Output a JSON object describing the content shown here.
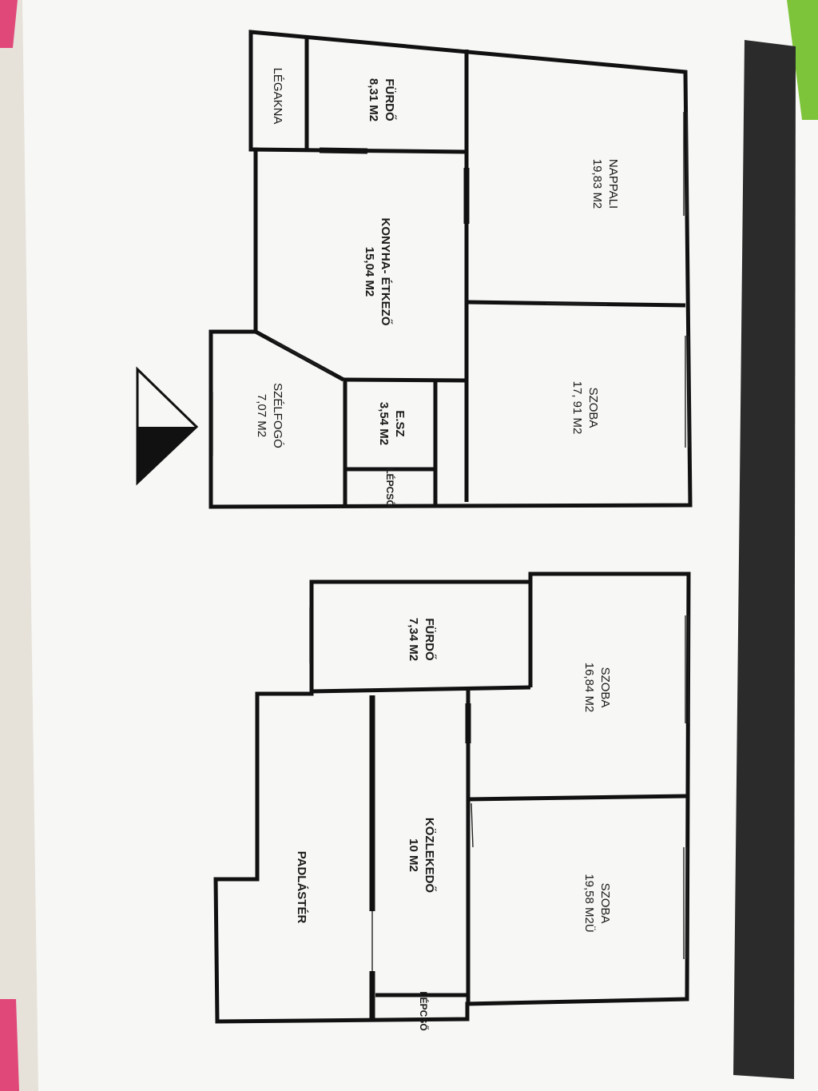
{
  "floor_plan_1": {
    "rooms": [
      {
        "id": "nappali",
        "name": "NAPPALI",
        "area": "19,83 M2"
      },
      {
        "id": "szoba1",
        "name": "SZOBA",
        "area": "17, 91 M2"
      },
      {
        "id": "furdo1",
        "name": "FÜRDŐ",
        "area": "8,31 M2"
      },
      {
        "id": "legakna",
        "name": "LÉGAKNA",
        "area": ""
      },
      {
        "id": "konyha",
        "name": "KONYHA- ÉTKEZŐ",
        "area": "15,04 M2"
      },
      {
        "id": "szelfogo",
        "name": "SZÉLFOGÓ",
        "area": "7,07 M2"
      },
      {
        "id": "esz",
        "name": "E.SZ",
        "area": "3,54 M2"
      },
      {
        "id": "lepcso1",
        "name": "LÉPCSŐ",
        "area": ""
      }
    ]
  },
  "floor_plan_2": {
    "rooms": [
      {
        "id": "szoba2",
        "name": "SZOBA",
        "area": "16,84 M2"
      },
      {
        "id": "szoba3",
        "name": "SZOBA",
        "area": "19,58 M2Ü"
      },
      {
        "id": "furdo2",
        "name": "FÜRDŐ",
        "area": "7,34 M2"
      },
      {
        "id": "kozlekedo",
        "name": "KÖZLEKEDŐ",
        "area": "10 M2"
      },
      {
        "id": "padlaster",
        "name": "PADLÁSTÉR",
        "area": ""
      },
      {
        "id": "lepcso2",
        "name": "LÉPCSŐ",
        "area": ""
      }
    ]
  },
  "colors": {
    "paper": "#f7f7f5",
    "wall": "#111111",
    "band": "#2b2b2b",
    "background": "#e6e2da",
    "accent_pink": "#e0487a",
    "accent_green": "#7ec43a"
  },
  "icons": {
    "north_arrow": "north-arrow-icon"
  }
}
